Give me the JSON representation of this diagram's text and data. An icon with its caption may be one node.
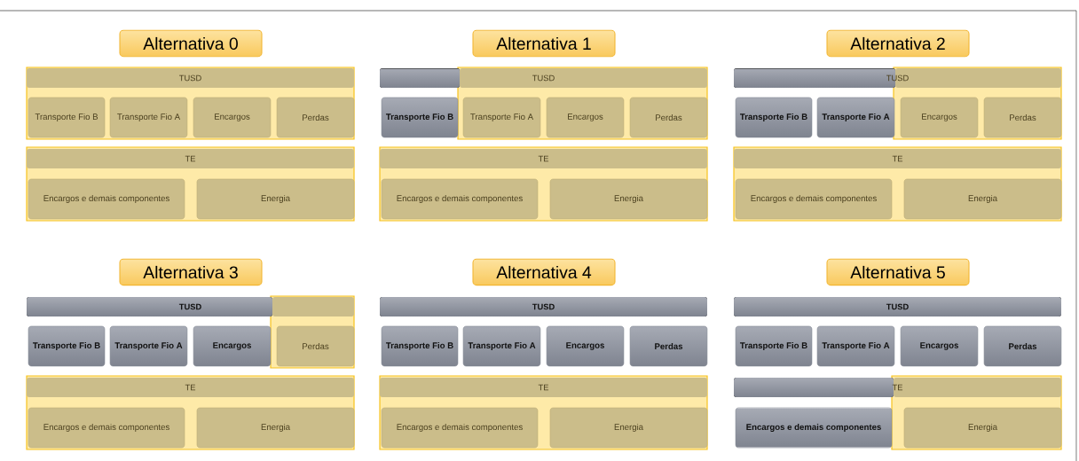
{
  "diagram": {
    "nodes": [
      {
        "text": [
          "Alternativa 0"
        ]
      },
      {
        "text": [
          "TUSD"
        ]
      },
      {
        "text": [
          "Transporte Fio B"
        ]
      },
      {
        "text": [
          "Transporte Fio A"
        ]
      },
      {
        "text": [
          "Encargos"
        ]
      },
      {
        "text": [
          "Perdas"
        ]
      },
      {
        "text": [
          "TE"
        ]
      },
      {
        "text": [
          "Encargos e demais componentes"
        ]
      },
      {
        "text": [
          "Energia"
        ]
      },
      {
        "text": [
          "Alternativa 1"
        ]
      },
      {
        "text": [
          "TUSD"
        ]
      },
      {
        "text": [
          "Transporte Fio B"
        ]
      },
      {
        "text": [
          "Transporte Fio A"
        ]
      },
      {
        "text": [
          "Encargos"
        ]
      },
      {
        "text": [
          "Perdas"
        ]
      },
      {
        "text": [
          "TE"
        ]
      },
      {
        "text": [
          "Encargos e demais componentes"
        ]
      },
      {
        "text": [
          "Energia"
        ]
      },
      {
        "text": [
          "Alternativa 2"
        ]
      },
      {
        "text": [
          "TUSD"
        ]
      },
      {
        "text": [
          "Transporte Fio B"
        ]
      },
      {
        "text": [
          "Transporte Fio A"
        ]
      },
      {
        "text": [
          "Encargos"
        ]
      },
      {
        "text": [
          "Perdas"
        ]
      },
      {
        "text": [
          "TE"
        ]
      },
      {
        "text": [
          "Encargos e demais componentes"
        ]
      },
      {
        "text": [
          "Energia"
        ]
      },
      {
        "text": [
          "Alternativa 3"
        ]
      },
      {
        "text": [
          "TUSD"
        ]
      },
      {
        "text": [
          "Transporte Fio B"
        ]
      },
      {
        "text": [
          "Transporte Fio A"
        ]
      },
      {
        "text": [
          "Encargos"
        ]
      },
      {
        "text": [
          "Perdas"
        ]
      },
      {
        "text": [
          "TE"
        ]
      },
      {
        "text": [
          "Encargos e demais componentes"
        ]
      },
      {
        "text": [
          "Energia"
        ]
      },
      {
        "text": [
          "Alternativa 4"
        ]
      },
      {
        "text": [
          "TUSD"
        ]
      },
      {
        "text": [
          "Transporte Fio B"
        ]
      },
      {
        "text": [
          "Transporte Fio A"
        ]
      },
      {
        "text": [
          "Encargos"
        ]
      },
      {
        "text": [
          "Perdas"
        ]
      },
      {
        "text": [
          "TE"
        ]
      },
      {
        "text": [
          "Encargos e demais componentes"
        ]
      },
      {
        "text": [
          "Energia"
        ]
      },
      {
        "text": [
          "Alternativa 5"
        ]
      },
      {
        "text": [
          "TUSD"
        ]
      },
      {
        "text": [
          "Transporte Fio B"
        ]
      },
      {
        "text": [
          "Transporte Fio A"
        ]
      },
      {
        "text": [
          "Encargos"
        ]
      },
      {
        "text": [
          "Perdas"
        ]
      },
      {
        "text": [
          "TE"
        ]
      },
      {
        "text": [
          "Encargos e demais componentes"
        ]
      },
      {
        "text": [
          "Energia"
        ]
      }
    ]
  }
}
